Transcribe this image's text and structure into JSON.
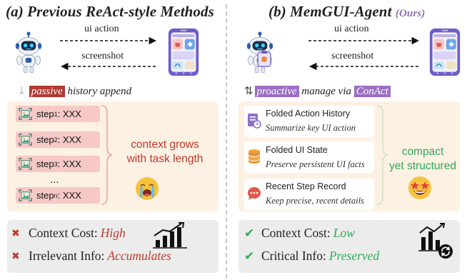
{
  "left": {
    "title": "(a) Previous  ReAct-style Methods",
    "action_label": "ui action",
    "screenshot_label": "screenshot",
    "history_tag": "passive",
    "history_text": " history append",
    "steps": [
      {
        "pre": "step",
        "sub": "1",
        "post": ": XXX"
      },
      {
        "pre": "step",
        "sub": "2",
        "post": ": XXX"
      },
      {
        "pre": "step",
        "sub": "3",
        "post": ": XXX"
      },
      {
        "pre": "step",
        "sub": "n",
        "post": ": XXX"
      }
    ],
    "ellipsis": "...",
    "growth_line1": "context grows",
    "growth_line2": "with task length",
    "metrics": [
      {
        "label": "Context Cost: ",
        "value": "High"
      },
      {
        "label": "Irrelevant Info: ",
        "value": "Accumulates"
      }
    ]
  },
  "right": {
    "title_main": "(b) MemGUI-Agent ",
    "title_ours": "(Ours)",
    "action_label": "ui action",
    "screenshot_label": "screenshot",
    "lead_tag": "proactive",
    "lead_mid": " manage via ",
    "lead_tag2": "ConAct",
    "features": [
      {
        "title": "Folded  Action History",
        "sub": "Summarize key UI action"
      },
      {
        "title": "Folded UI State",
        "sub": "Preserve persistent UI facts"
      },
      {
        "title": "Recent Step Record",
        "sub": "Keep precise, recent details"
      }
    ],
    "summary_line1": "compact",
    "summary_line2": "yet structured",
    "metrics": [
      {
        "label": "Context Cost: ",
        "value": "Low"
      },
      {
        "label": "Critical Info: ",
        "value": "Preserved"
      }
    ]
  },
  "colors": {
    "red_accent": "#b03a34",
    "purple_accent": "#9b6fc2",
    "green_accent": "#2daa5a",
    "step_pink": "#f6c9c6",
    "panel_cream": "#fdf1e3"
  },
  "icons": [
    "robot-icon",
    "phone-icon",
    "image-icon",
    "crying-emoji-icon",
    "star-eyes-emoji-icon",
    "cross-icon",
    "check-icon",
    "rising-chart-icon",
    "chart-refresh-icon",
    "history-icon",
    "database-icon",
    "chat-bubble-icon"
  ]
}
